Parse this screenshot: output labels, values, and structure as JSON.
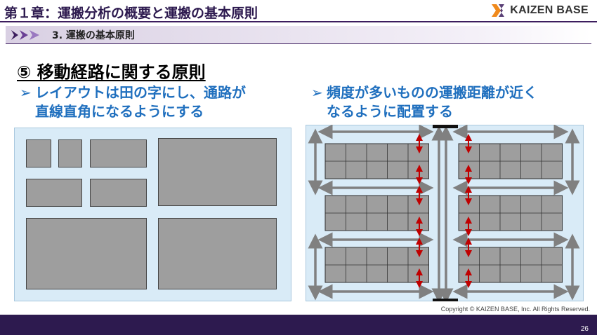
{
  "header": {
    "chapter_title": "第１章：運搬分析の概要と運搬の基本原則",
    "brand": "KAIZEN BASE"
  },
  "section": {
    "title": "3.  運搬の基本原則"
  },
  "principle": {
    "title": "⑤ 移動経路に関する原則"
  },
  "bullets": {
    "left": {
      "marker": "➢",
      "line1": "レイアウトは田の字にし、通路が",
      "line2": "直線直角になるようにする"
    },
    "right": {
      "marker": "➢",
      "line1": "頻度が多いものの運搬距離が近く",
      "line2": "なるように配置する"
    }
  },
  "colors": {
    "brand_purple": "#2d1a4f",
    "accent_blue": "#1f6fbe",
    "panel_blue": "#d9ebf7",
    "arrow_red": "#c00000",
    "arrow_gray": "#808080",
    "logo_orange": "#f08a1d"
  },
  "icons": {
    "chevrons": "triple-chevron-right-icon",
    "logo": "kaizen-base-logo-icon"
  },
  "footer": {
    "copyright": "Copyright ©  KAIZEN BASE, Inc.  All Rights Reserved.",
    "page_number": "26"
  }
}
